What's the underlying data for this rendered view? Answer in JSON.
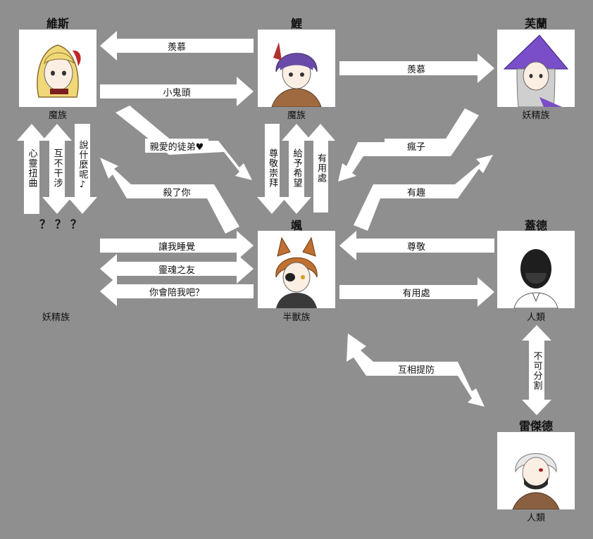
{
  "characters": {
    "weisi": {
      "name": "維斯",
      "race": "魔族"
    },
    "li": {
      "name": "鯉",
      "race": "魔族"
    },
    "fulan": {
      "name": "芙蘭",
      "race": "妖精族"
    },
    "sa": {
      "name": "颯",
      "race": "半獸族"
    },
    "gaide": {
      "name": "蓋德",
      "race": "人類"
    },
    "leijiede": {
      "name": "雷傑德",
      "race": "人類"
    }
  },
  "labels": {
    "envy1": "羨慕",
    "little_ghost": "小鬼頭",
    "envy2": "羨慕",
    "dear_disciple": "親愛的徒弟♥",
    "killed_you": "殺了你",
    "crazy": "瘋子",
    "interesting": "有趣",
    "respect_worship": "尊敬崇拜",
    "give_hope": "給予希望",
    "useful1": "有用處",
    "twisted": "心靈扭曲",
    "no_interfere": "互不干涉",
    "say_what": "說什麼呢♪",
    "question": "？？？",
    "sleep_with_me": "讓我睡覺",
    "soulmate": "靈魂之友",
    "accompany": "你會陪我吧？",
    "respect": "尊敬",
    "useful2": "有用處",
    "guard": "互相提防",
    "inseparable": "不可分割"
  },
  "fairy_race_free": "妖精族",
  "colors": {
    "background": "#8f8f8f",
    "arrow": "#ffffff"
  }
}
